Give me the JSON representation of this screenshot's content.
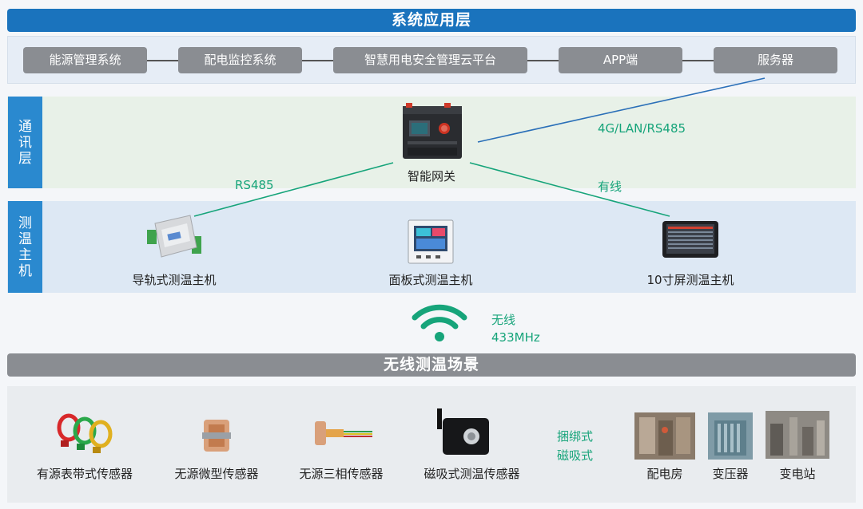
{
  "top_title": "系统应用层",
  "systems": [
    "能源管理系统",
    "配电监控系统",
    "智慧用电安全管理云平台",
    "APP端",
    "服务器"
  ],
  "layers": {
    "comm": "通讯层",
    "temp": "测温主机"
  },
  "gateway_label": "智能网关",
  "links": {
    "server": "4G/LAN/RS485",
    "left": "RS485",
    "right": "有线"
  },
  "hosts": [
    "导轨式测温主机",
    "面板式测温主机",
    "10寸屏测温主机"
  ],
  "wireless": {
    "line1": "无线",
    "line2": "433MHz"
  },
  "scene_title": "无线测温场景",
  "sensors": [
    "有源表带式传感器",
    "无源微型传感器",
    "无源三相传感器",
    "磁吸式测温传感器"
  ],
  "mount": {
    "line1": "捆绑式",
    "line2": "磁吸式"
  },
  "sites": [
    "配电房",
    "变压器",
    "变电站"
  ],
  "colors": {
    "blue": "#1a73bd",
    "side_blue": "#2a89cf",
    "green": "#16a47a",
    "gray": "#8a8d92"
  }
}
